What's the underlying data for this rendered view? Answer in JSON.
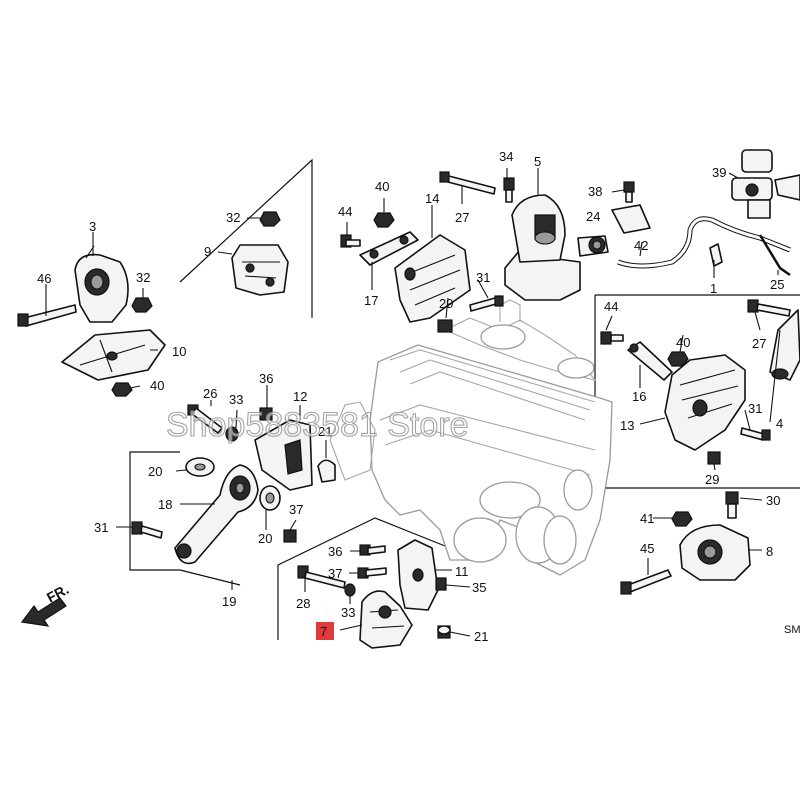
{
  "watermark": "Shop5883581 Store",
  "direction_label": "FR.",
  "diagram_code": "SM",
  "highlight_color": "#e23a3a",
  "callouts": {
    "c1": "1",
    "c3": "3",
    "c4": "4",
    "c5": "5",
    "c7": "7",
    "c8": "8",
    "c9": "9",
    "c10": "10",
    "c11": "11",
    "c12": "12",
    "c13": "13",
    "c14": "14",
    "c16": "16",
    "c17": "17",
    "c18": "18",
    "c19": "19",
    "c20a": "20",
    "c20b": "20",
    "c21a": "21",
    "c21b": "21",
    "c24": "24",
    "c25": "25",
    "c26": "26",
    "c27a": "27",
    "c27b": "27",
    "c28": "28",
    "c29a": "29",
    "c29b": "29",
    "c30": "30",
    "c31a": "31",
    "c31b": "31",
    "c31c": "31",
    "c32a": "32",
    "c32b": "32",
    "c33a": "33",
    "c33b": "33",
    "c34": "34",
    "c35": "35",
    "c36a": "36",
    "c36b": "36",
    "c37a": "37",
    "c37b": "37",
    "c38": "38",
    "c39": "39",
    "c40a": "40",
    "c40b": "40",
    "c40c": "40",
    "c41": "41",
    "c42": "42",
    "c44a": "44",
    "c44b": "44",
    "c45": "45",
    "c46": "46"
  }
}
